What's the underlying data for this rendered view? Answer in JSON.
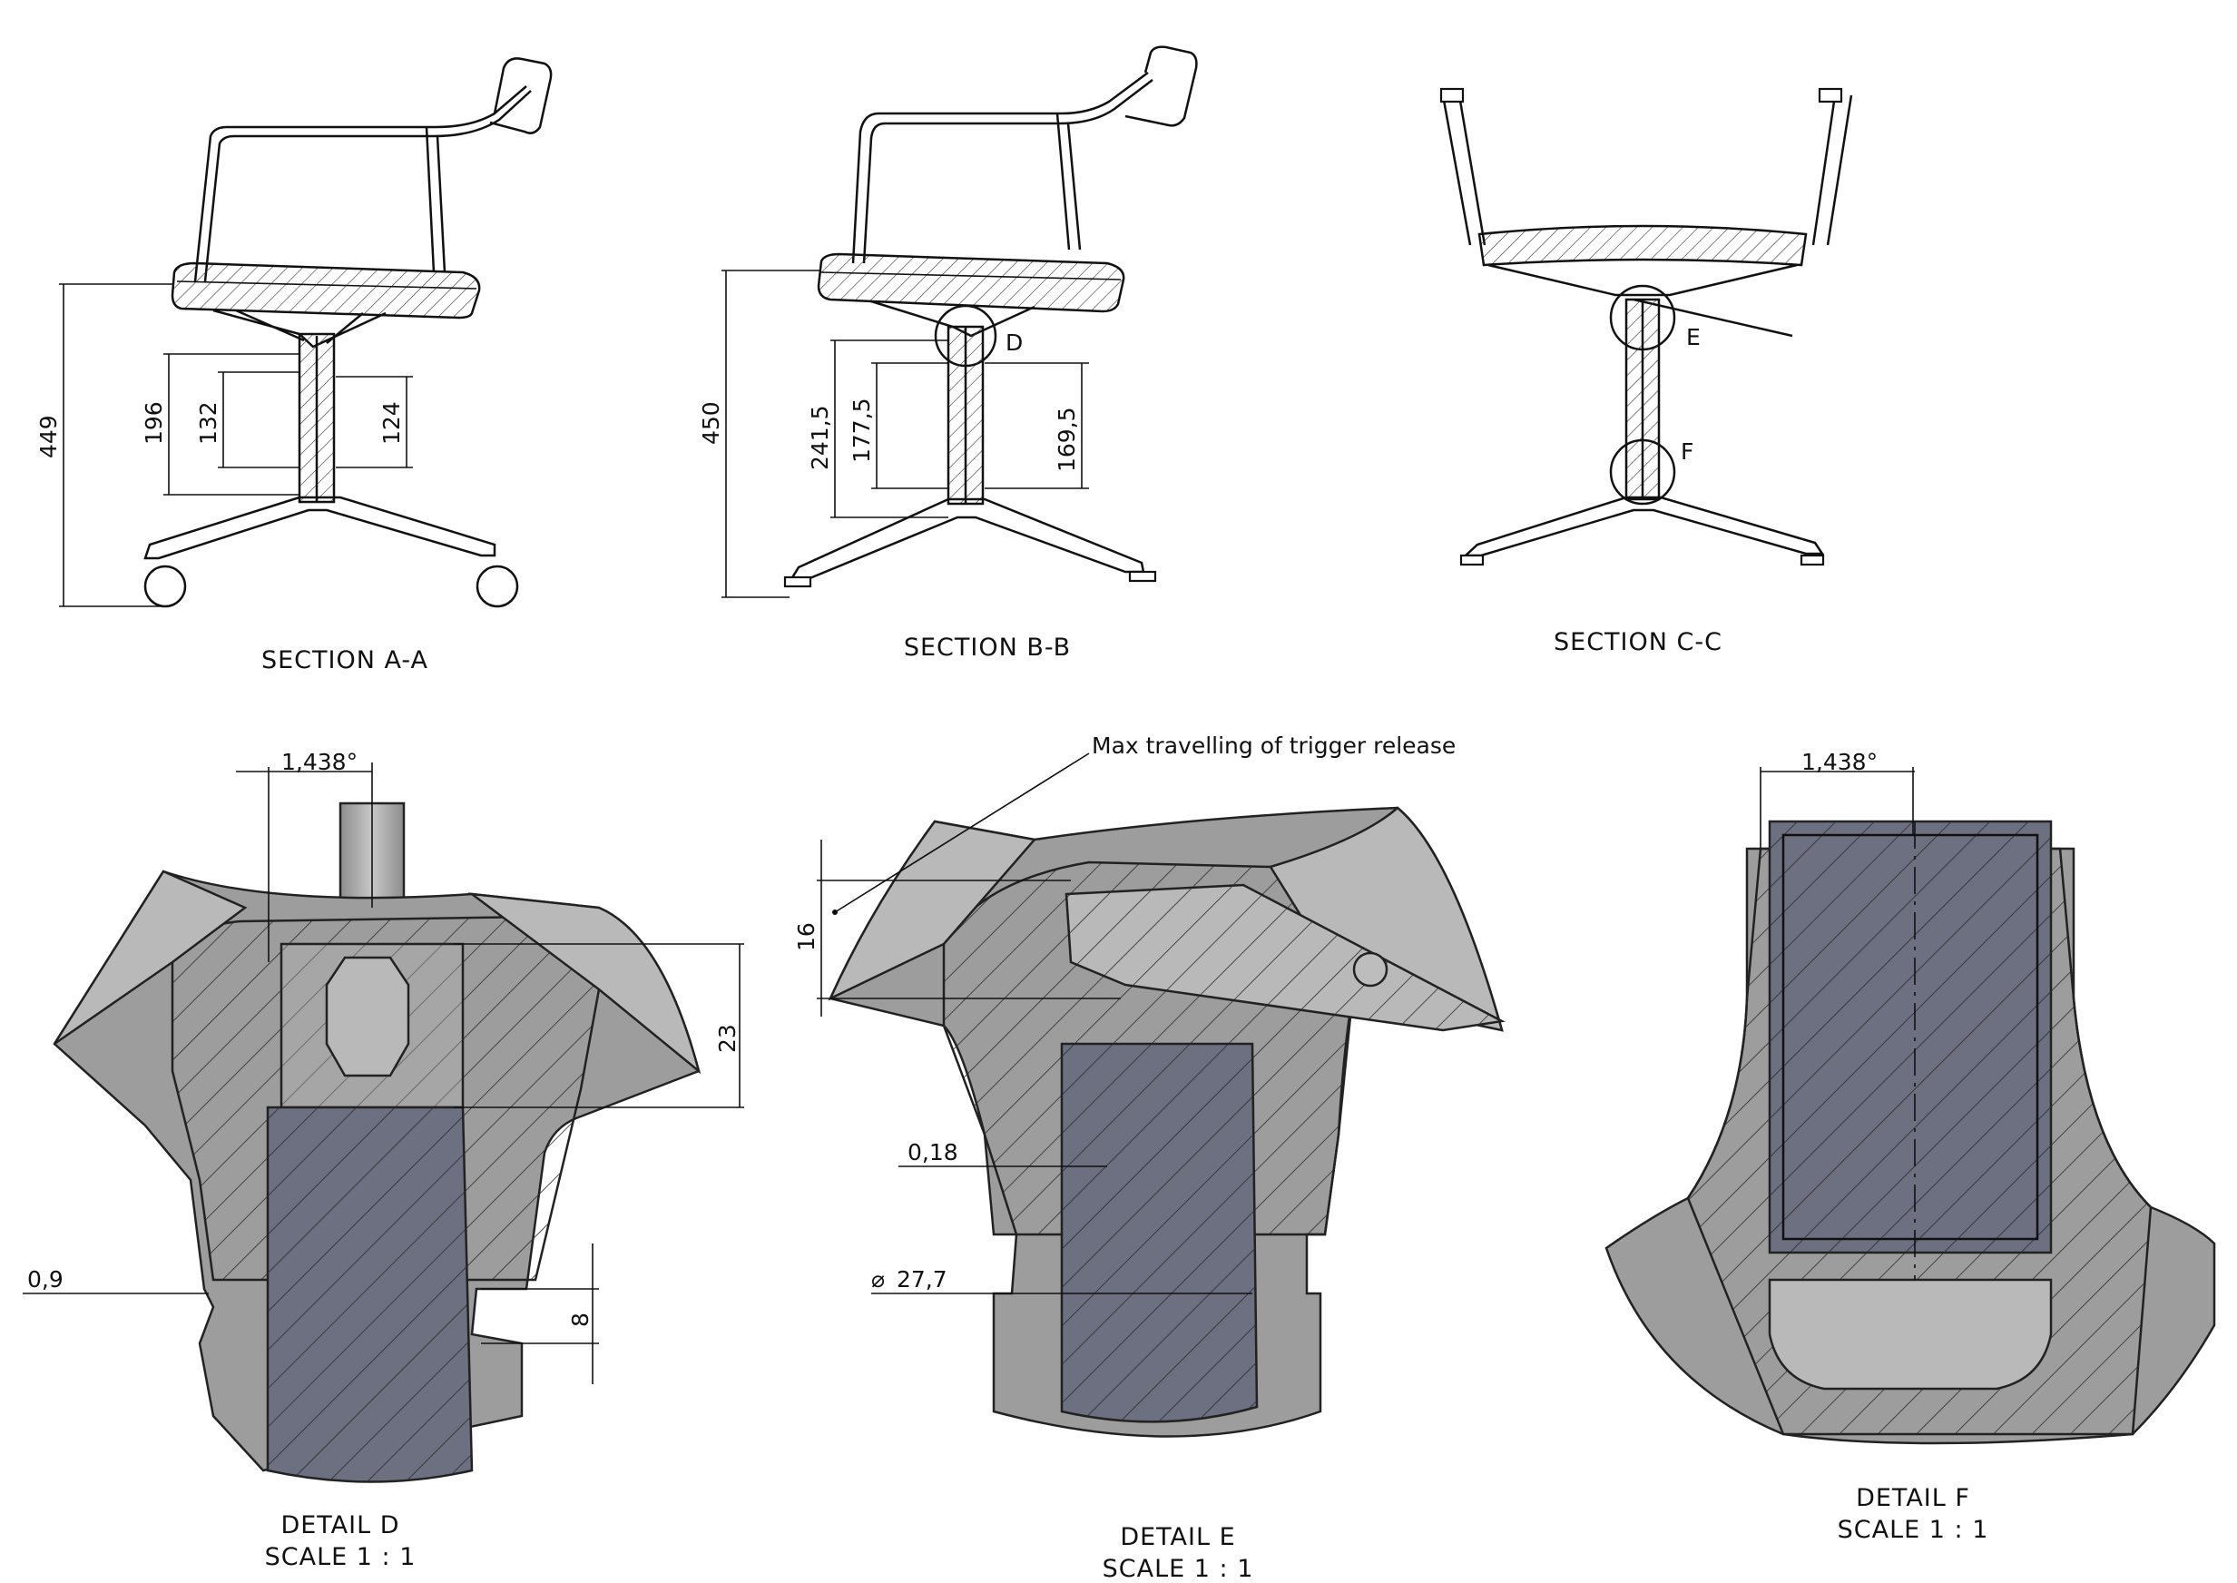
{
  "sections": [
    {
      "key": "a",
      "title": "SECTION A-A",
      "dims": [
        "449",
        "196",
        "132",
        "124"
      ]
    },
    {
      "key": "b",
      "title": "SECTION B-B",
      "dims": [
        "450",
        "241,5",
        "177,5",
        "169,5"
      ],
      "callout": "D"
    },
    {
      "key": "c",
      "title": "SECTION C-C",
      "callouts": [
        "E",
        "F"
      ]
    }
  ],
  "details": [
    {
      "key": "d",
      "title": "DETAIL D",
      "scale": "SCALE 1 : 1",
      "dims": [
        "1,438°",
        "23",
        "0,9",
        "8"
      ]
    },
    {
      "key": "e",
      "title": "DETAIL E",
      "scale": "SCALE 1 : 1",
      "note": "Max travelling of trigger release",
      "dims": [
        "16",
        "0,18",
        "27,7"
      ]
    },
    {
      "key": "f",
      "title": "DETAIL F",
      "scale": "SCALE 1 : 1",
      "dims": [
        "1,438°"
      ]
    }
  ],
  "colors": {
    "body": "#9d9d9d",
    "body_light": "#b9b9b9",
    "steel_insert": "#6c7080",
    "line": "#111111"
  },
  "symbols": {
    "diameter": "⌀"
  }
}
